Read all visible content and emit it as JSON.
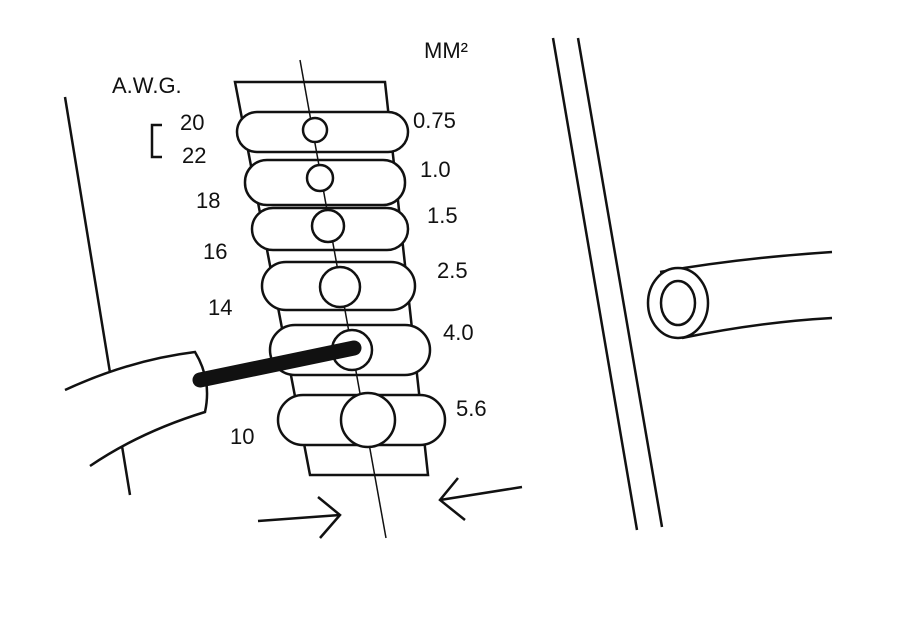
{
  "labels": {
    "awg_title": "A.W.G.",
    "mm_title": "MM²",
    "awg": [
      "20",
      "22",
      "18",
      "16",
      "14",
      "10"
    ],
    "mm": [
      "0.75",
      "1.0",
      "1.5",
      "2.5",
      "4.0",
      "5.6"
    ]
  },
  "colors": {
    "line": "#111111",
    "background": "#ffffff"
  }
}
